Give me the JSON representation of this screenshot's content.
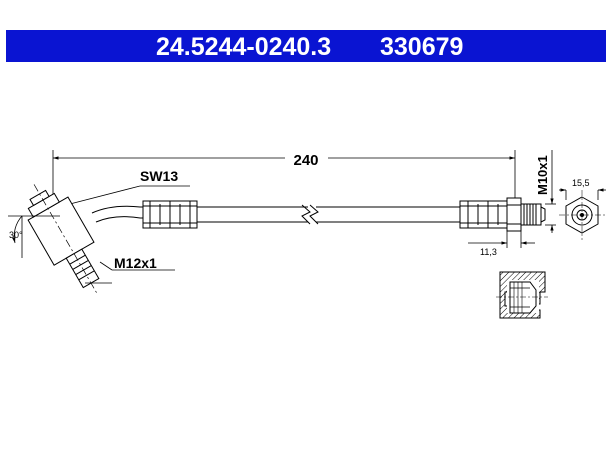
{
  "header": {
    "part_number": "24.5244-0240.3",
    "reference": "330679",
    "background_color": "#0a14d2",
    "text_color": "#ffffff"
  },
  "dimensions": {
    "length": "240",
    "wrench_size": "SW13",
    "thread_left": "M12x1",
    "thread_right": "M10x1",
    "angle": "30°",
    "width_right": "15,5",
    "length_right": "11,3"
  }
}
